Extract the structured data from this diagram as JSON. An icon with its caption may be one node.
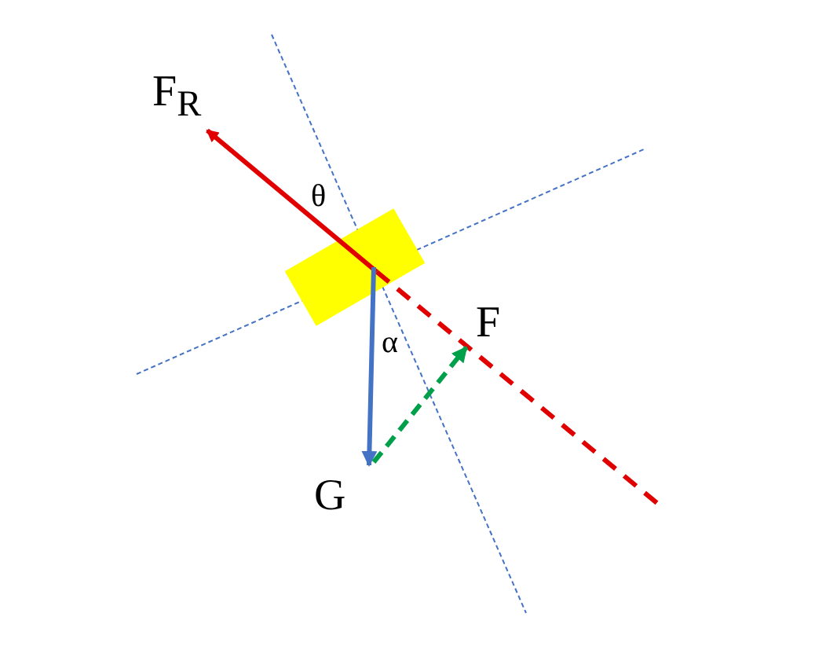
{
  "diagram": {
    "nodes": [
      {
        "text": [],
        "shape": "box"
      }
    ],
    "labels": [
      "F$_{R}$",
      "θ",
      "α",
      "F",
      "G"
    ]
  }
}
